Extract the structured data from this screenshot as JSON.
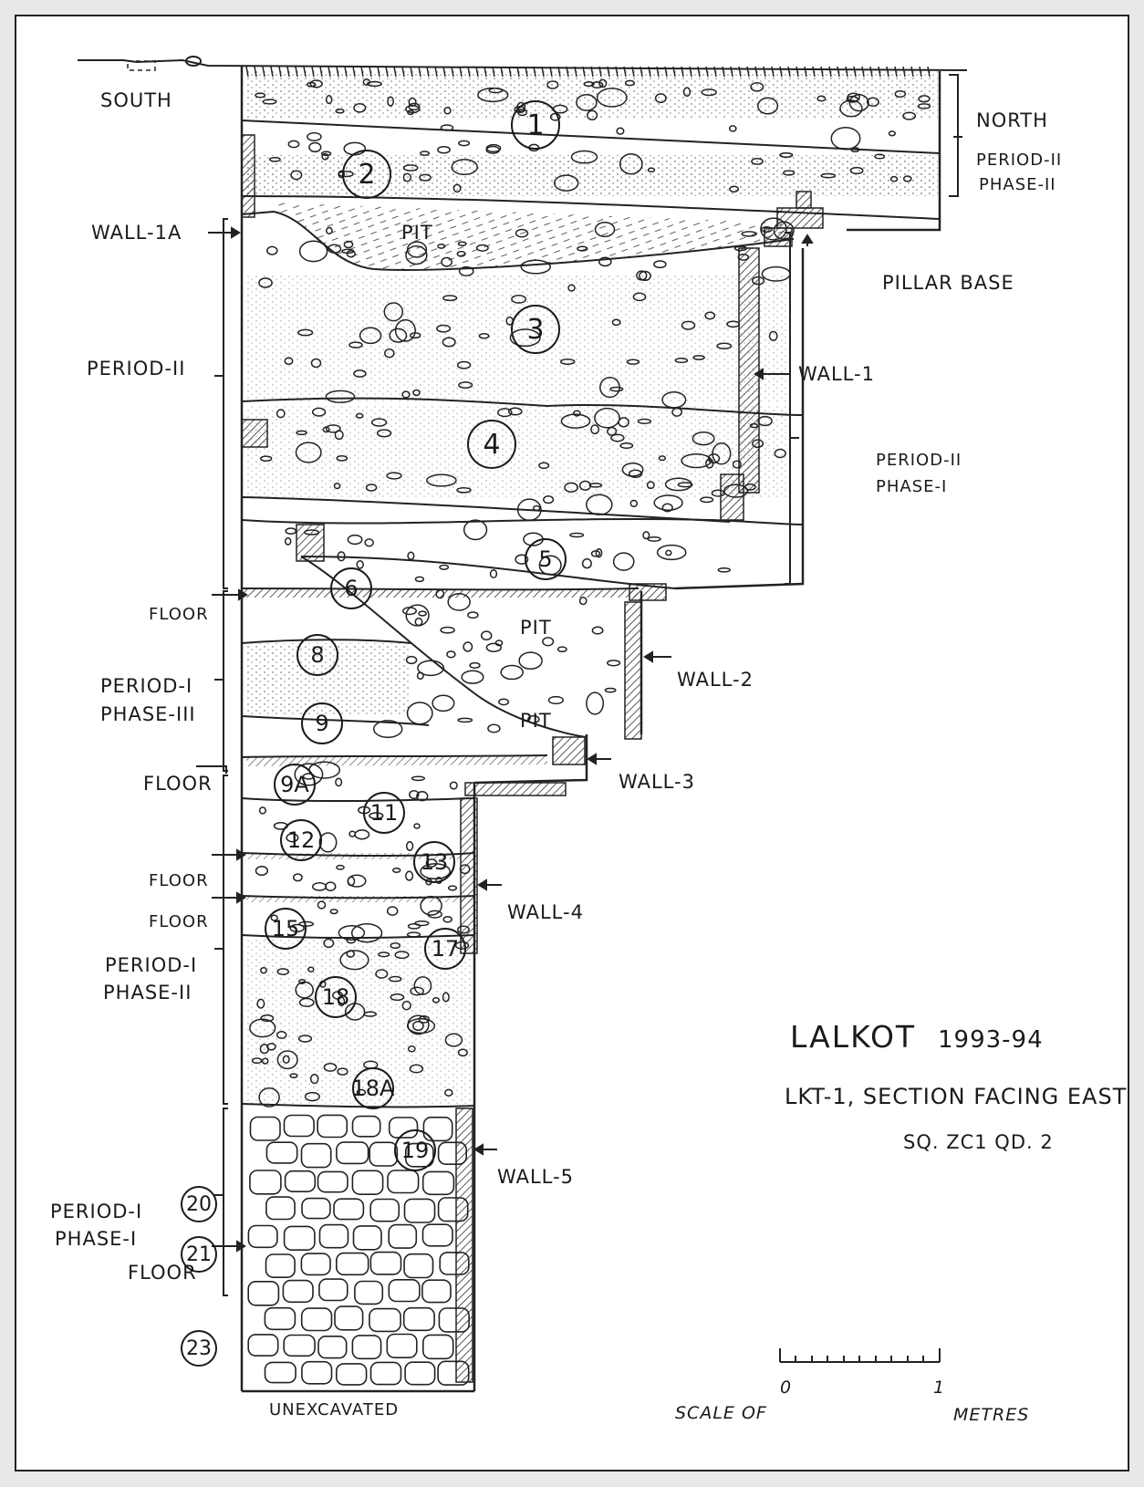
{
  "title": {
    "site": "LALKOT",
    "years": "1993-94",
    "section": "LKT-1, SECTION FACING EAST",
    "square": "SQ. ZC1  QD. 2"
  },
  "directions": {
    "south": "SOUTH",
    "north": "NORTH"
  },
  "period_labels": {
    "p2_phase2": [
      "PERIOD-II",
      "PHASE-II"
    ],
    "p2": "PERIOD-II",
    "p2_phase1": [
      "PERIOD-II",
      "PHASE-I"
    ],
    "p1_phase3": [
      "PERIOD-I",
      "PHASE-III"
    ],
    "p1_phase2": [
      "PERIOD-I",
      "PHASE-II"
    ],
    "p1_phase1": [
      "PERIOD-I",
      "PHASE-I"
    ]
  },
  "features": {
    "wall_1a": "WALL-1A",
    "wall_1": "WALL-1",
    "wall_2": "WALL-2",
    "wall_3": "WALL-3",
    "wall_4": "WALL-4",
    "wall_5": "WALL-5",
    "pillar_base": "PILLAR BASE",
    "pit": "PIT",
    "floor": "FLOOR",
    "unexcavated": "UNEXCAVATED"
  },
  "layers": [
    "1",
    "2",
    "3",
    "4",
    "5",
    "6",
    "8",
    "9",
    "9A",
    "11",
    "12",
    "13",
    "15",
    "17",
    "18",
    "18A",
    "19",
    "20",
    "21",
    "23"
  ],
  "scale": {
    "label": "SCALE OF",
    "zero": "0",
    "one": "1",
    "unit": "METRES"
  }
}
